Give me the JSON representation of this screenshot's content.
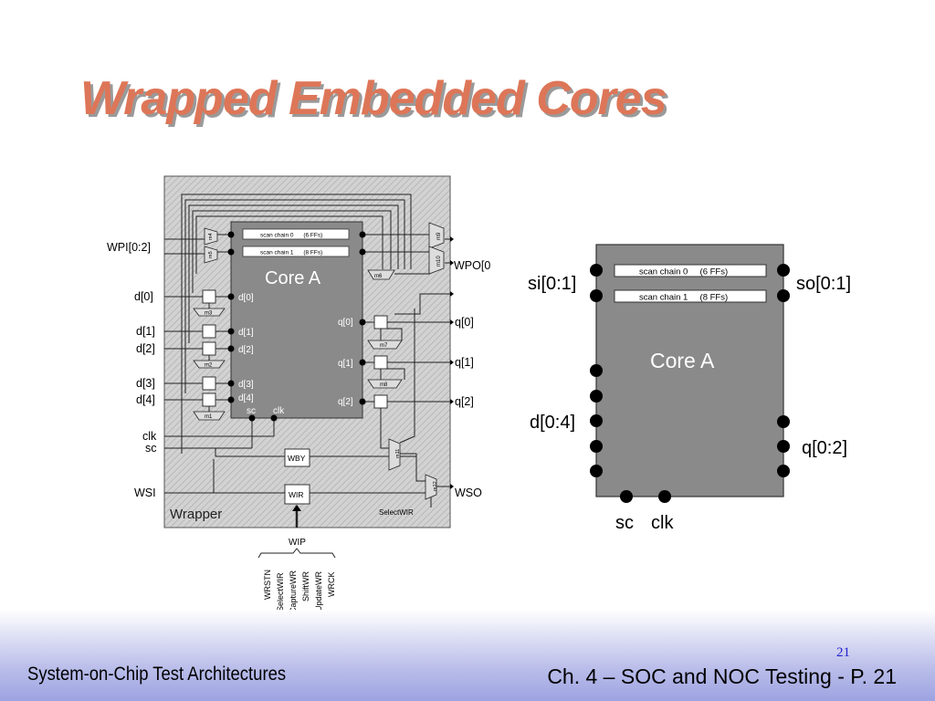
{
  "slide": {
    "title": "Wrapped Embedded Cores",
    "footer_left": "System-on-Chip Test Architectures",
    "footer_right": "Ch. 4 – SOC and NOC Testing - P. 21",
    "page_number": "21",
    "colors": {
      "title": "#dd7658",
      "core_fill": "#888888",
      "wrapper_fill": "#c8c8c8",
      "footer_band": "#9ea3e2"
    }
  },
  "left_diagram": {
    "core_label": "Core A",
    "wrapper_label": "Wrapper",
    "scan_chain_0": "scan chain 0      (6 FFs)",
    "scan_chain_1": "scan chain 1      (8 FFs)",
    "inputs": {
      "wpi": "WPI[0:2]",
      "d0": "d[0]",
      "d1": "d[1]",
      "d2": "d[2]",
      "d3": "d[3]",
      "d4": "d[4]",
      "clk": "clk",
      "sc": "sc",
      "wsi": "WSI"
    },
    "outputs": {
      "wpo": "WPO[0",
      "q0": "q[0]",
      "q1": "q[1]",
      "q2": "q[2]",
      "wso": "WSO"
    },
    "core_ports": {
      "d0": "d[0]",
      "d1": "d[1]",
      "d2": "d[2]",
      "d3": "d[3]",
      "d4": "d[4]",
      "sc": "sc",
      "clk": "clk",
      "q0": "q[0]",
      "q1": "q[1]",
      "q2": "q[2]"
    },
    "mux_labels": {
      "m1": "m1",
      "m2": "m2",
      "m3": "m3",
      "m4": "m4",
      "m5": "m5",
      "m6": "m6",
      "m7": "m7",
      "m8": "m8",
      "m9": "m9",
      "m10": "m10",
      "m11": "m11",
      "m12": "m12"
    },
    "wby": "WBY",
    "wir": "WIR",
    "select_wir": "SelectWIR",
    "wip": "WIP",
    "wip_signals": [
      "WRSTN",
      "SelectWIR",
      "CaptureWR",
      "ShiftWR",
      "UpdateWR",
      "WRCK"
    ]
  },
  "right_diagram": {
    "core_label": "Core A",
    "scan_chain_0": "scan chain 0     (6 FFs)",
    "scan_chain_1": "scan chain 1     (8 FFs)",
    "si": "si[0:1]",
    "so": "so[0:1]",
    "d": "d[0:4]",
    "q": "q[0:2]",
    "sc": "sc",
    "clk": "clk"
  }
}
